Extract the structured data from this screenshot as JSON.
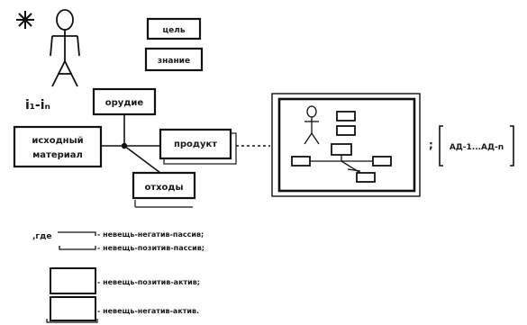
{
  "labels": {
    "goal": "цель",
    "knowledge": "знание",
    "tool": "орудие",
    "source_material": [
      "исходный",
      "материал"
    ],
    "product": "продукт",
    "waste": "отходы",
    "subjects": "i₁-iₙ",
    "activities": "АД-1...АД-n",
    "separator": ";"
  },
  "legend": {
    "intro": ",где",
    "items": [
      {
        "text": "- невещь-негатив-пассив;"
      },
      {
        "text": "- невещь-позитив-пассив;"
      },
      {
        "text": "- невещь-позитив-актив;"
      },
      {
        "text": "- невещь-негатив-актив."
      }
    ]
  }
}
